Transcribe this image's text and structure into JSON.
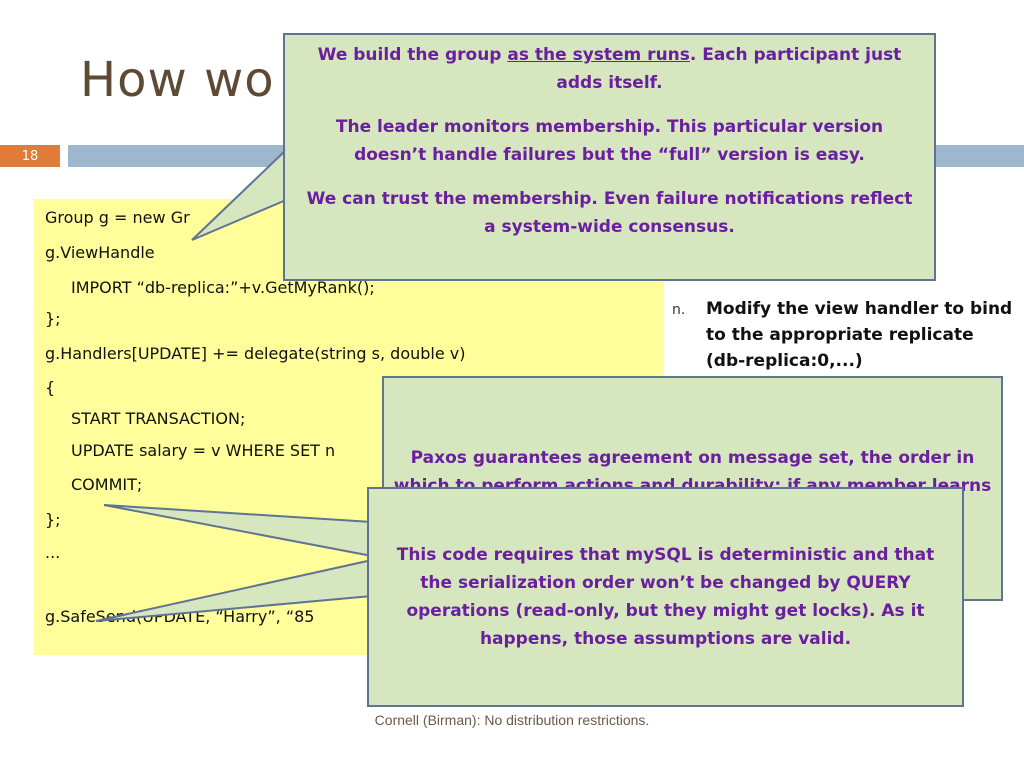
{
  "slide": {
    "title": "How wo",
    "number": "18",
    "footer": "Cornell (Birman): No distribution restrictions.",
    "code_lines": [
      "Group g = new Gr",
      "g.ViewHandle",
      "IMPORT “db-replica:”+v.GetMyRank();",
      "};",
      "g.Handlers[UPDATE] += delegate(string s, double v)",
      "{",
      "START TRANSACTION;",
      "UPDATE salary = v WHERE SET n",
      "COMMIT;",
      "};",
      "...",
      "g.SafeSend(UPDATE, “Harry”, “85"
    ],
    "right_item": {
      "marker": "n.",
      "text": "Modify the view handler to bind to the appropriate replicate (db-replica:0,...)"
    }
  },
  "callouts": {
    "c1": {
      "p1_prefix": "We build the group ",
      "p1_underlined": "as the system runs",
      "p1_suffix": ".  Each participant just adds itself.",
      "p2": "The leader monitors membership.  This particular version doesn’t handle failures but the “full” version is easy.",
      "p3": "We can trust the membership.  Even failure notifications reflect a system-wide consensus."
    },
    "c2": {
      "text": "Paxos guarantees agreement on message set, the order in which to perform actions and durability: if any member learns an action, every member will learn it."
    },
    "c3": {
      "text": "This code requires that mySQL is deterministic and that the serialization order won’t be changed by QUERY operations (read-only, but they might get locks).  As it happens, those assumptions are valid."
    }
  },
  "colors": {
    "title": "#5c4a35",
    "accent_orange": "#e07b39",
    "title_bar": "#9fb6cf",
    "code_background": "#fffe9b",
    "callout_fill": "#d6e7bf",
    "callout_border": "#5f7493",
    "callout_text": "#6b1fa0"
  }
}
